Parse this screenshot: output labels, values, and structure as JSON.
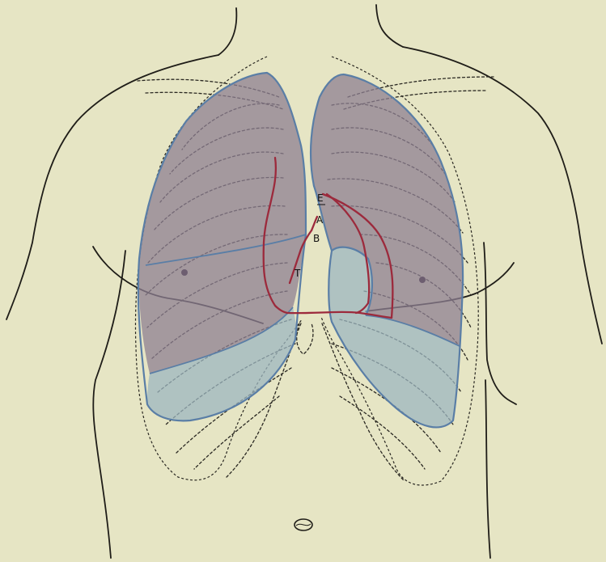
{
  "labels": {
    "e": "E",
    "a": "A",
    "b": "B",
    "t": "T"
  },
  "colors": {
    "paper": "#e6e5c4",
    "ink": "#1f1d18",
    "upper_lobe": "#8e7f92",
    "lower_lobe": "#9cb6c0",
    "lung_border": "#5a7ea6",
    "red_outline": "#9c2a3c"
  }
}
